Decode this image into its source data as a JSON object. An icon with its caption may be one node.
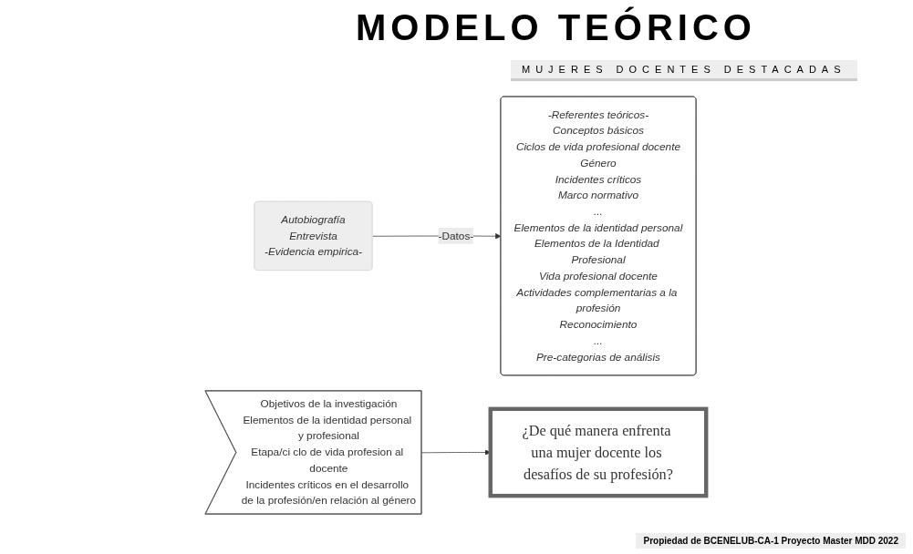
{
  "diagram": {
    "title": "MODELO TEÓRICO",
    "nodes": [
      {
        "text": [
          "Autobiografía",
          "Entrevista",
          "-Evidencia empirica-"
        ]
      },
      {
        "text": [
          "-Referentes teóricos-",
          "Conceptos básicos",
          "Ciclos de vida profesional docente",
          "Género",
          "Incidentes críticos",
          "Marco normativo",
          "...",
          "Elementos de la identidad personal",
          "Elementos de la Identidad Profesional",
          "Vida profesional docente",
          "Actividades complementarias a la profesión",
          "Reconocimiento",
          "...",
          "Pre-categorias de análisis"
        ]
      },
      {
        "text": [
          "Objetivos de la investigación",
          "Elementos de la identidad personal y profesional",
          "Etapa/ci clo de vida profesion al docente",
          "Incidentes críticos en el desarrollo de la profesión/en relación al género"
        ]
      },
      {
        "text": [
          "¿De qué manera enfrenta una mujer docente los desafíos de su profesión?"
        ]
      }
    ],
    "edges": [
      {
        "from": 0,
        "to": 1,
        "arrow": "to",
        "label": "-Datos-"
      },
      {
        "from": 2,
        "to": 3,
        "arrow": "to"
      }
    ],
    "labels": [
      "MUJERES DOCENTES DESTACADAS",
      "Propiedad de BCENELUB-CA-1 Proyecto Master MDD 2022"
    ]
  }
}
